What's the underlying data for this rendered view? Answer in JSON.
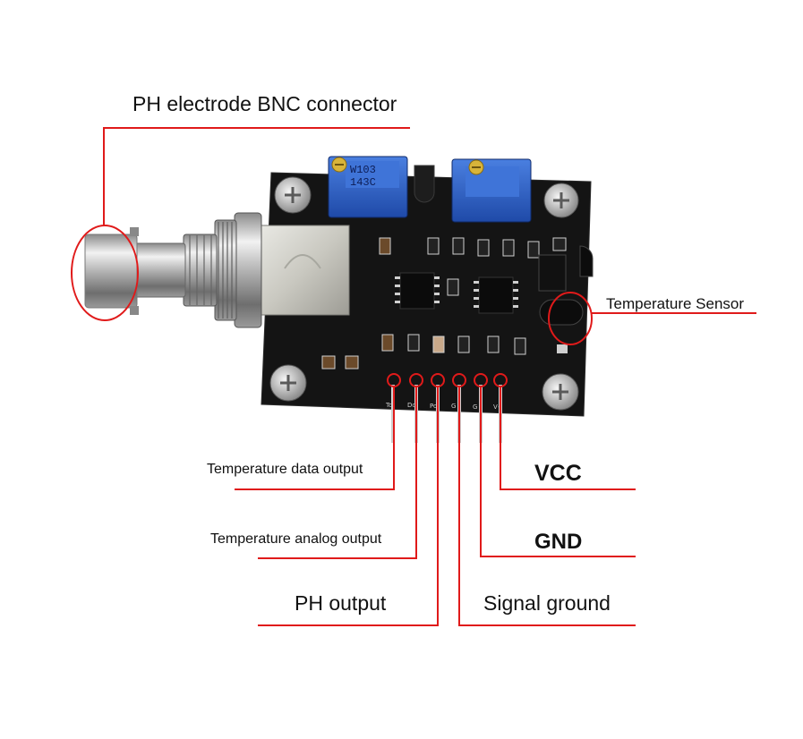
{
  "labels": {
    "bnc_connector": "PH electrode BNC connector",
    "temperature_sensor": "Temperature Sensor",
    "temperature_data_output": "Temperature data output",
    "temperature_analog_output": "Temperature analog output",
    "ph_output": "PH output",
    "signal_ground": "Signal ground",
    "vcc": "VCC",
    "gnd": "GND"
  },
  "board": {
    "potentiometer_marking_line1": "W103",
    "potentiometer_marking_line2": "143C",
    "pin_labels": [
      "To",
      "Do",
      "Po",
      "G",
      "G",
      "V+"
    ]
  },
  "colors": {
    "callout_line": "#e01a1a",
    "pcb": "#151515",
    "potentiometer": "#2e5fc7"
  }
}
